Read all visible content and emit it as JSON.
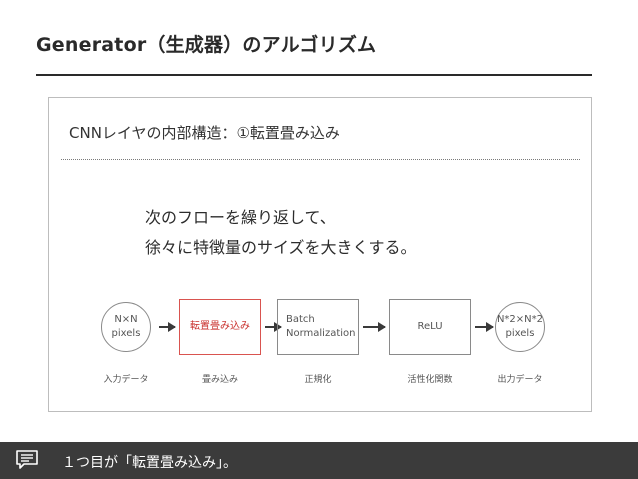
{
  "slide": {
    "title": "Generator（生成器）のアルゴリズム"
  },
  "panel": {
    "heading": "CNNレイヤの内部構造：①転置畳み込み",
    "description": [
      "次のフローを繰り返して、",
      "徐々に特徴量のサイズを大きくする。"
    ]
  },
  "flow": {
    "input_node": [
      "N×N",
      "pixels"
    ],
    "deconv_node": "転置畳み込み",
    "batchnorm_node": [
      "Batch",
      "Normalization"
    ],
    "relu_node": "ReLU",
    "output_node": [
      "N*2×N*2",
      "pixels"
    ],
    "labels": [
      "入力データ",
      "畳み込み",
      "正規化",
      "活性化関数",
      "出力データ"
    ]
  },
  "footer": {
    "icon": "speech-bubble-icon",
    "text": "１つ目が「転置畳み込み」。"
  },
  "colors": {
    "accent": "#d9534f",
    "footer_bg": "#3b3b3b"
  }
}
